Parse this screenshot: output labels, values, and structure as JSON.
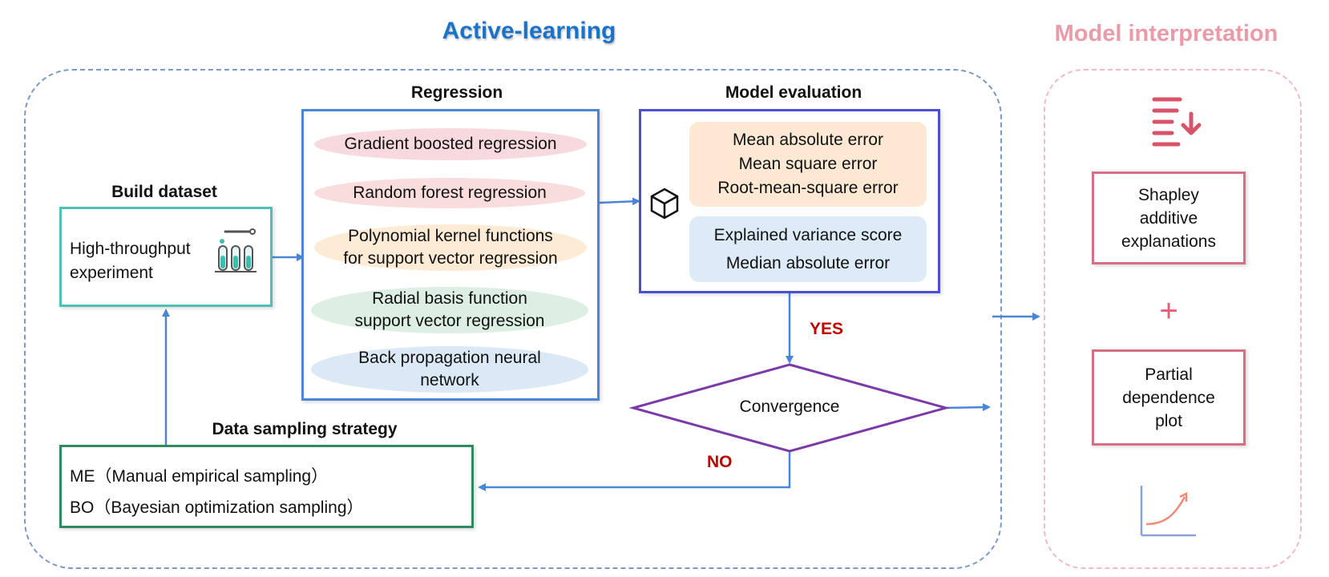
{
  "titles": {
    "active_learning": "Active-learning",
    "model_interpretation": "Model interpretation"
  },
  "build_dataset": {
    "heading": "Build dataset",
    "line1": "High-throughput",
    "line2": "experiment",
    "icon": "test-tubes-icon"
  },
  "regression": {
    "heading": "Regression",
    "methods": [
      {
        "line1": "Gradient boosted regression",
        "line2": "",
        "color": "#f7d9de"
      },
      {
        "line1": "Random forest regression",
        "line2": "",
        "color": "#f9dcdc"
      },
      {
        "line1": "Polynomial kernel functions",
        "line2": "for support vector regression",
        "color": "#fdebd6"
      },
      {
        "line1": "Radial basis function",
        "line2": "support vector regression",
        "color": "#dcefe2"
      },
      {
        "line1": "Back propagation neural",
        "line2": "network",
        "color": "#dbe9f7"
      }
    ]
  },
  "model_evaluation": {
    "heading": "Model evaluation",
    "icon": "cube-icon",
    "group1": [
      "Mean absolute error",
      "Mean square error",
      "Root-mean-square error"
    ],
    "group2": [
      "Explained variance score",
      "Median absolute error"
    ],
    "group1_color": "#fde9d3",
    "group2_color": "#dcebf7"
  },
  "decision": {
    "label": "Convergence",
    "yes": "YES",
    "no": "NO"
  },
  "sampling": {
    "heading": "Data sampling strategy",
    "items": [
      "ME（Manual empirical sampling）",
      "BO（Bayesian optimization sampling）"
    ]
  },
  "interpretation": {
    "sort_icon": "sort-descending-icon",
    "box1": [
      "Shapley",
      "additive",
      "explanations"
    ],
    "plus": "+",
    "box2": [
      "Partial",
      "dependence",
      "plot"
    ],
    "chart_icon": "curve-chart-icon"
  },
  "colors": {
    "accent_blue": "#1a73c8",
    "arrow_blue": "#4a86d6",
    "dataset_border": "#4fbfb8",
    "sampling_border": "#2f8a5f",
    "eval_border": "#4a4fd6",
    "diamond_border": "#7a3aa8",
    "decision_text": "#c00000",
    "interp_border": "#d56f85"
  }
}
